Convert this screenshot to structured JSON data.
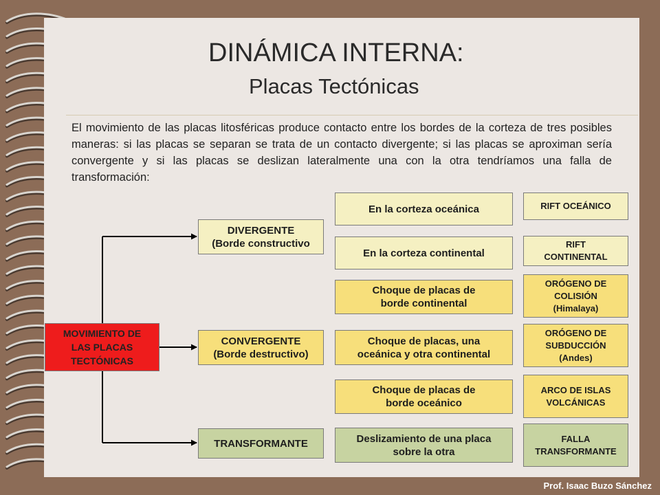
{
  "header": {
    "title": "DINÁMICA INTERNA:",
    "subtitle": "Placas Tectónicas"
  },
  "intro": "El movimiento de las placas litosféricas produce contacto entre los bordes de la corteza de tres posibles maneras: si las placas se separan se trata de un contacto divergente; si las placas se aproximan sería convergente y si las placas se deslizan lateralmente una con la otra tendríamos una falla de transformación:",
  "diagram": {
    "root": "MOVIMIENTO DE\nLAS PLACAS\nTECTÓNICAS",
    "types": [
      {
        "label": "DIVERGENTE\n(Borde constructivo"
      },
      {
        "label": "CONVERGENTE\n(Borde destructivo)"
      },
      {
        "label": "TRANSFORMANTE"
      }
    ],
    "settings": [
      {
        "label": "En la corteza oceánica"
      },
      {
        "label": "En la corteza continental"
      },
      {
        "label": "Choque de placas de\nborde continental"
      },
      {
        "label": "Choque de placas, una\noceánica y otra continental"
      },
      {
        "label": "Choque de placas de\nborde oceánico"
      },
      {
        "label": "Deslizamiento de una placa\nsobre la otra"
      }
    ],
    "results": [
      {
        "label": "RIFT OCEÁNICO"
      },
      {
        "label": "RIFT\nCONTINENTAL"
      },
      {
        "label": "ORÓGENO DE\nCOLISIÓN\n(Himalaya)"
      },
      {
        "label": "ORÓGENO DE\nSUBDUCCIÓN\n(Andes)"
      },
      {
        "label": "ARCO DE ISLAS\nVOLCÁNICAS"
      },
      {
        "label": "FALLA\nTRANSFORMANTE"
      }
    ]
  },
  "footer": {
    "credit": "Prof. Isaac Buzo Sánchez"
  },
  "colors": {
    "border": "#8c6c57",
    "slide": "#ece7e3",
    "root": "#ee1c1c",
    "divergent": "#f5f0c2",
    "convergent": "#f7df7b",
    "transform": "#c7d3a1"
  }
}
